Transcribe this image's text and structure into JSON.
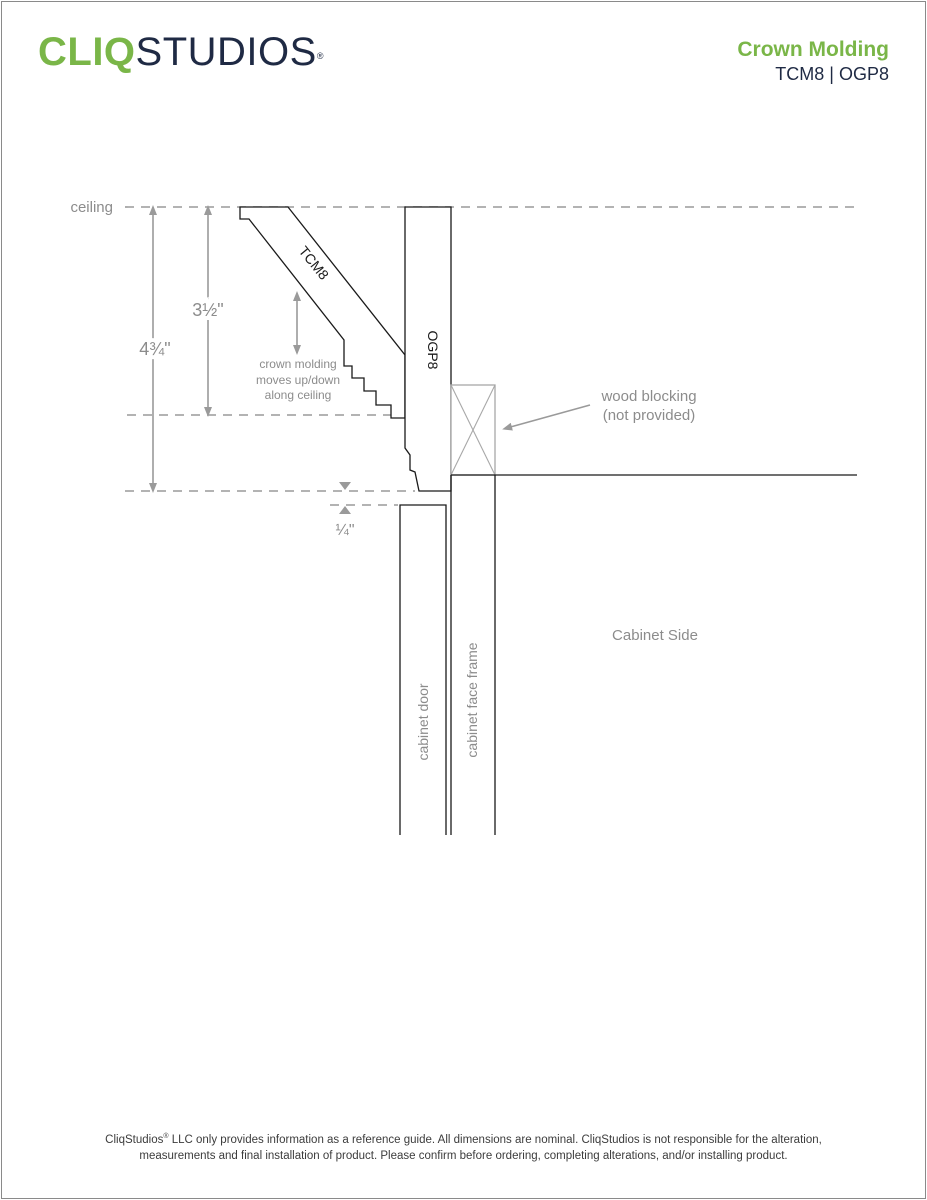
{
  "header": {
    "logo": {
      "cliq": "CLIQ",
      "studios": "STUDIOS",
      "mark": "®"
    },
    "title": "Crown Molding",
    "subtitle": "TCM8 | OGP8"
  },
  "labels": {
    "ceiling": "ceiling",
    "dim_large": "4¾\"",
    "dim_small": "3½\"",
    "dim_gap": "¼\"",
    "tcm8": "TCM8",
    "ogp8": "OGP8",
    "crown_note": [
      "crown molding",
      "moves up/down",
      "along ceiling"
    ],
    "wood_blocking": [
      "wood blocking",
      "(not provided)"
    ],
    "cabinet_side": "Cabinet Side",
    "cabinet_door": "cabinet door",
    "cabinet_face_frame": "cabinet face frame"
  },
  "footer": {
    "line1_brand": "CliqStudios",
    "line1_mark": "®",
    "line1_text": " LLC only provides information as a reference guide. All dimensions are nominal. CliqStudios is not responsible for the alteration,",
    "line2": "measurements and final installation of product. Please confirm before ordering, completing alterations, and/or installing product."
  },
  "colors": {
    "brand_green": "#7ab648",
    "brand_navy": "#1f2a44",
    "dim_gray": "#9a9a9a",
    "line_black": "#1a1a1a"
  }
}
